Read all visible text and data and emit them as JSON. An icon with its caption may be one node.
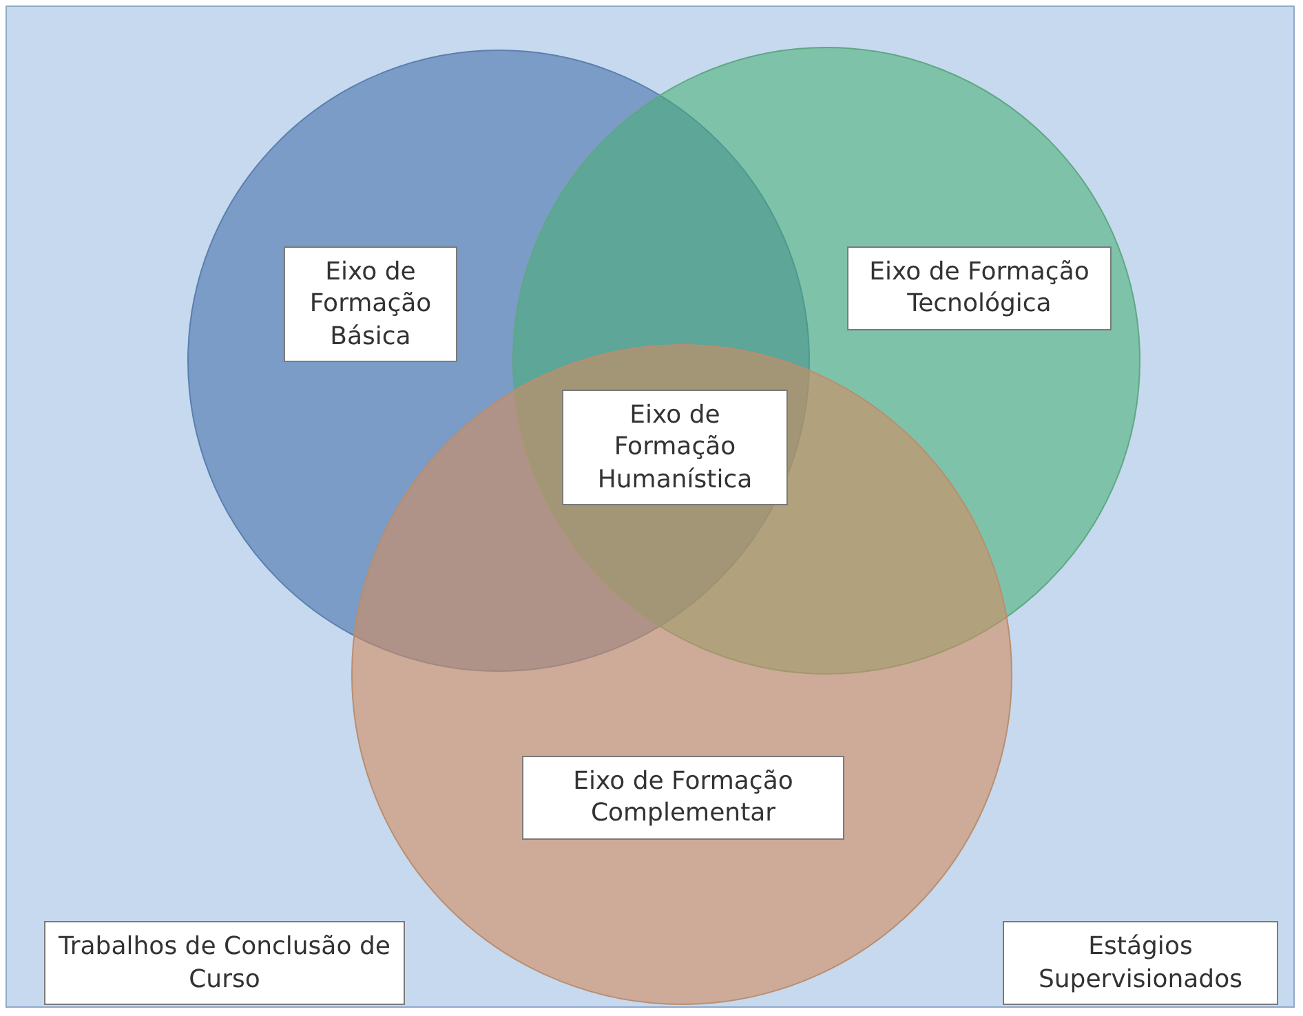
{
  "diagram": {
    "nodes": [
      {
        "text": [
          "Eixo de Formação Básica"
        ]
      },
      {
        "text": [
          "Eixo de Formação Tecnológica"
        ]
      },
      {
        "text": [
          "Eixo de Formação Humanística"
        ]
      },
      {
        "text": [
          "Eixo de Formação Complementar"
        ]
      },
      {
        "text": [
          "Trabalhos de Conclusão de Curso"
        ]
      },
      {
        "text": [
          "Estágios Supervisionados"
        ]
      }
    ]
  }
}
